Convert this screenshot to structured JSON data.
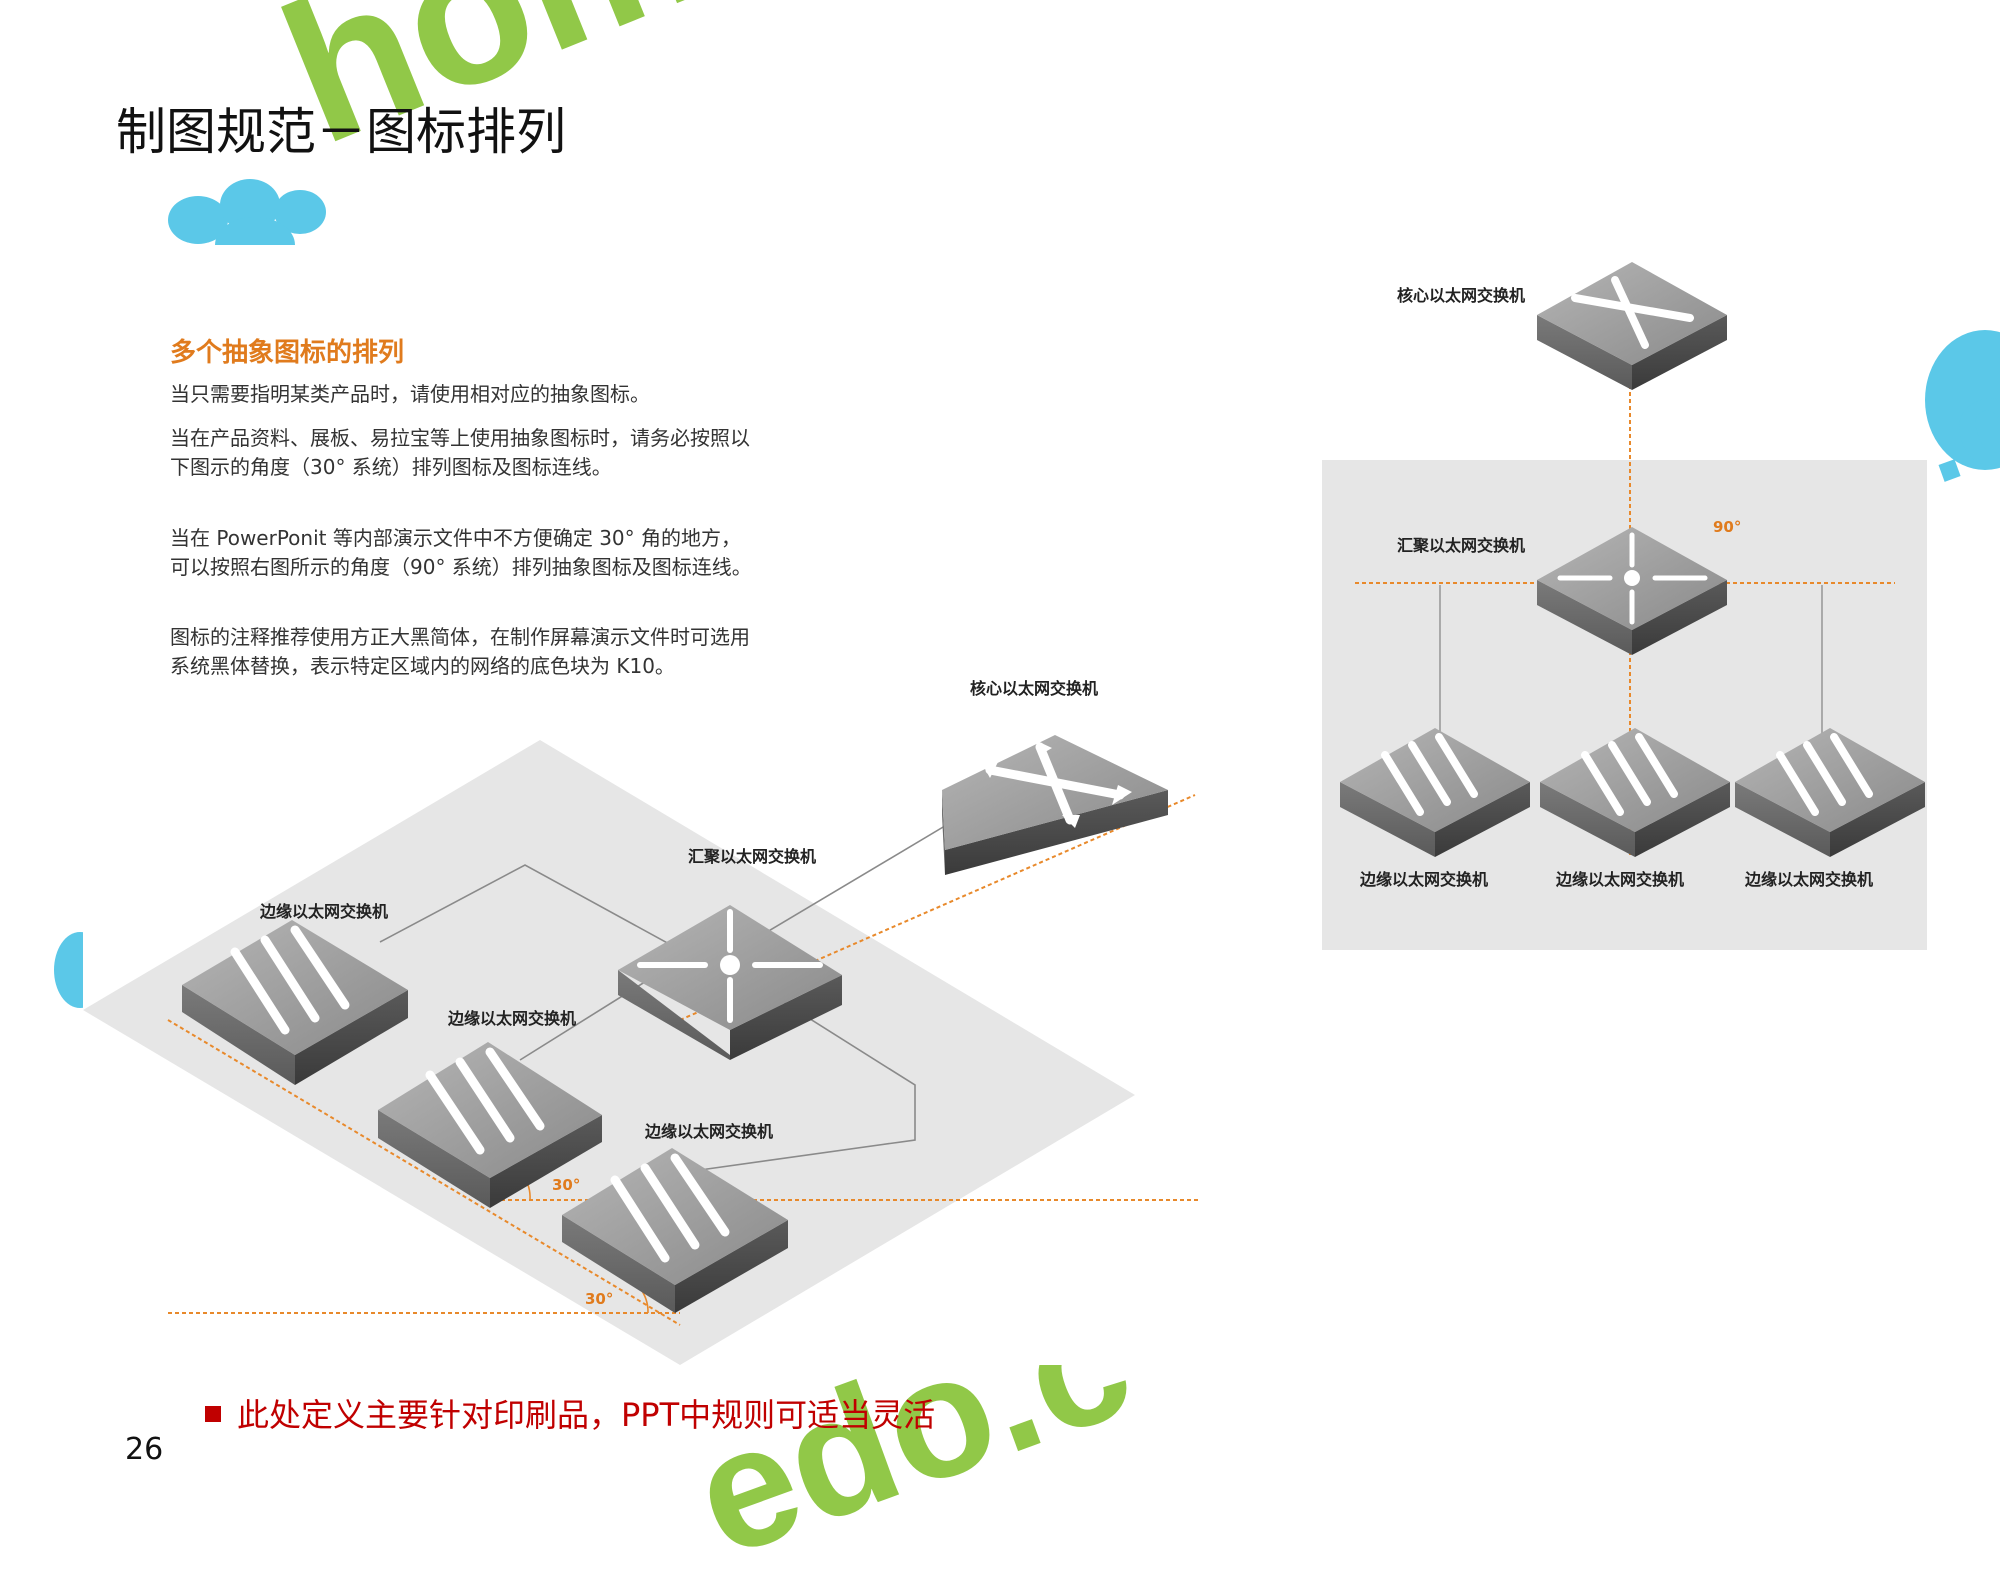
{
  "slide": {
    "title": "制图规范－图标排列",
    "page_number": "26",
    "footnote": "此处定义主要针对印刷品，PPT中规则可适当灵活"
  },
  "watermark": {
    "top_text": "homed",
    "right_text": ".c",
    "bottom_text": "edo.c"
  },
  "document": {
    "heading": "多个抽象图标的排列",
    "paragraphs": [
      "当只需要指明某类产品时，请使用相对应的抽象图标。",
      "当在产品资料、展板、易拉宝等上使用抽象图标时，请务必按照以下图示的角度（30°  系统）排列图标及图标连线。",
      "当在 PowerPonit 等内部演示文件中不方便确定 30°  角的地方，可以按照右图所示的角度（90°  系统）排列抽象图标及图标连线。",
      "图标的注释推荐使用方正大黑简体，在制作屏幕演示文件时可选用系统黑体替换，表示特定区域内的网络的底色块为 K10。"
    ]
  },
  "diagram_30": {
    "core_label": "核心以太网交换机",
    "aggregation_label": "汇聚以太网交换机",
    "edge_label_1": "边缘以太网交换机",
    "edge_label_2": "边缘以太网交换机",
    "edge_label_3": "边缘以太网交换机",
    "angle_1": "30°",
    "angle_2": "30°"
  },
  "diagram_90": {
    "core_label": "核心以太网交换机",
    "aggregation_label": "汇聚以太网交换机",
    "angle": "90°",
    "edge_labels": [
      "边缘以太网交换机",
      "边缘以太网交换机",
      "边缘以太网交换机"
    ]
  },
  "colors": {
    "guide_orange": "#e8892b",
    "area_gray": "#e6e6e6",
    "watermark_green": "#8cc63f",
    "watermark_blue": "#5bc8e8",
    "footnote_red": "#c00000"
  }
}
